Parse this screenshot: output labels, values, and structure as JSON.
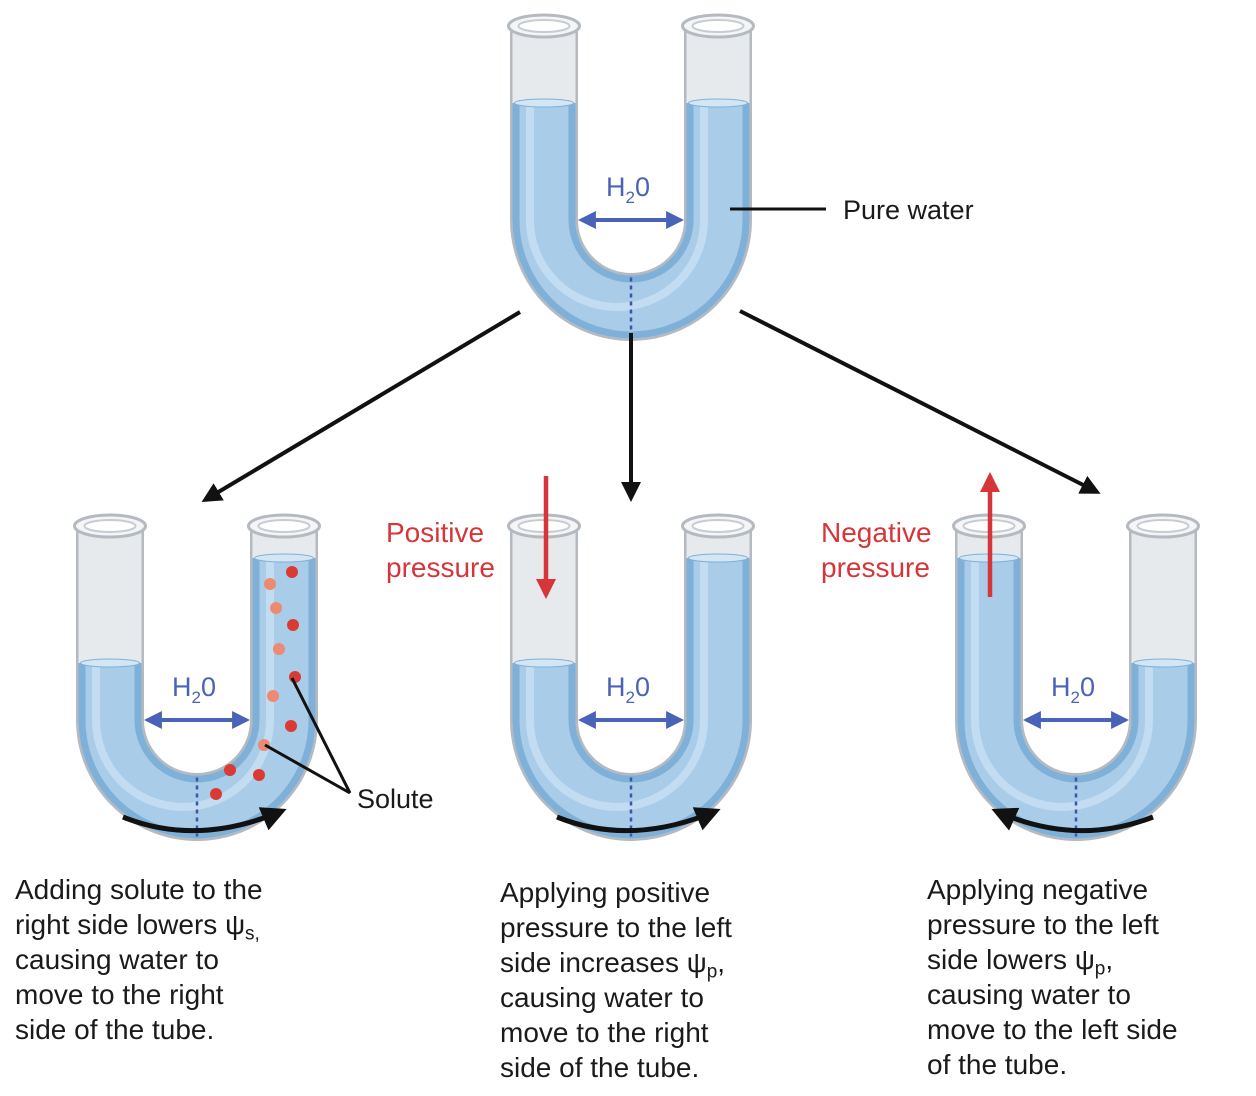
{
  "labels": {
    "h2o_main": "H",
    "h2o_sub": "2",
    "h2o_tail": "0",
    "pure_water": "Pure water",
    "solute": "Solute",
    "positive_pressure": [
      "Positive",
      "pressure"
    ],
    "negative_pressure": [
      "Negative",
      "pressure"
    ]
  },
  "captions": {
    "solute": {
      "lines": [
        "Adding solute to the",
        "right side lowers ψ",
        "causing water to",
        "move to the right",
        "side of the tube."
      ],
      "sub": "s,"
    },
    "positive": {
      "lines": [
        "Applying positive",
        "pressure to the left",
        "side increases ψ",
        "causing water to",
        "move to the right",
        "side of the tube."
      ],
      "sub": "p",
      "sub_tail": ","
    },
    "negative": {
      "lines": [
        "Applying negative",
        "pressure to the left",
        "side lowers ψ",
        "causing water to",
        "move to the left side",
        "of the tube."
      ],
      "sub": "p",
      "sub_tail": ","
    }
  },
  "colors": {
    "water": "#a9cce8",
    "water_edge": "#7fb0d8",
    "glass": "#e7eaed",
    "glass_edge": "#b4bac0",
    "h2o_text": "#4a63b8",
    "pressure_red": "#d6363a",
    "solute_dark": "#d93a33",
    "solute_light": "#ec8a72"
  }
}
